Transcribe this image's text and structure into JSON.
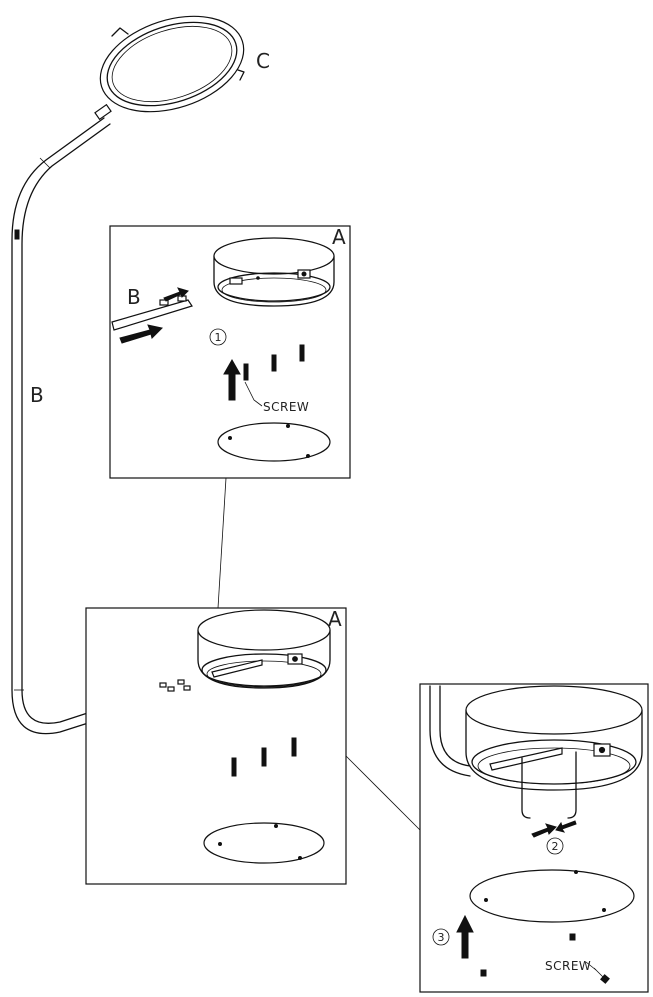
{
  "labels": {
    "lamp_head": "C",
    "arm_main": "B",
    "detail1_part_a": "A",
    "detail1_part_b": "B",
    "detail2_part_a": "A"
  },
  "steps": {
    "step1": "1",
    "step2": "2",
    "step3": "3"
  },
  "callouts": {
    "screw_detail1": "SCREW",
    "screw_detail3": "SCREW"
  }
}
